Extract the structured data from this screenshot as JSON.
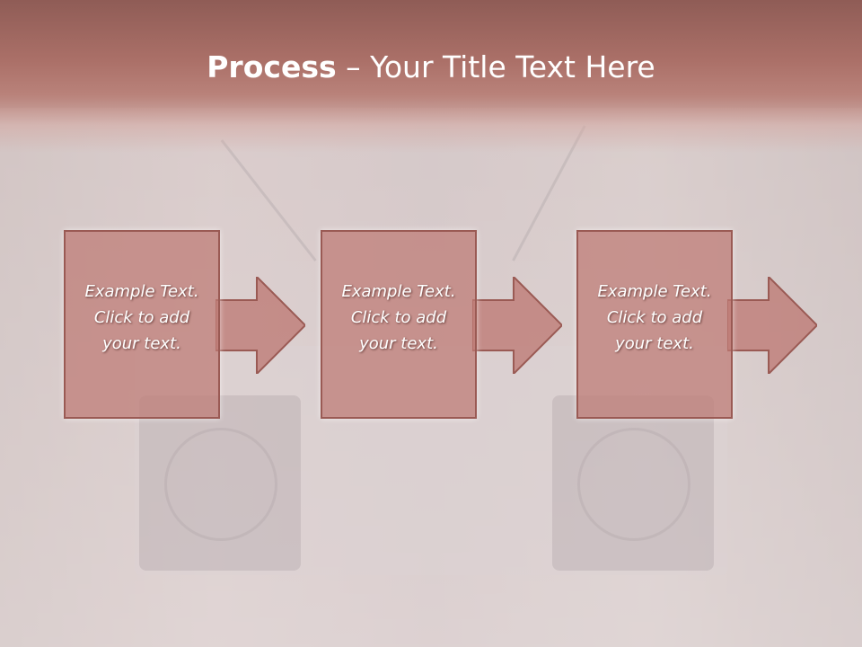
{
  "slide": {
    "title_bold": "Process",
    "title_separator": " – ",
    "title_rest": "Your Title Text Here"
  },
  "steps": [
    {
      "text": "Example Text.\nClick  to add\nyour text."
    },
    {
      "text": "Example Text.\nClick  to add\nyour text."
    },
    {
      "text": "Example Text.\nClick  to add\nyour text."
    }
  ],
  "colors": {
    "title_band": "#ab7068",
    "box_fill": "#be7a74",
    "box_border": "#9a5a54",
    "text": "#ffffff"
  }
}
